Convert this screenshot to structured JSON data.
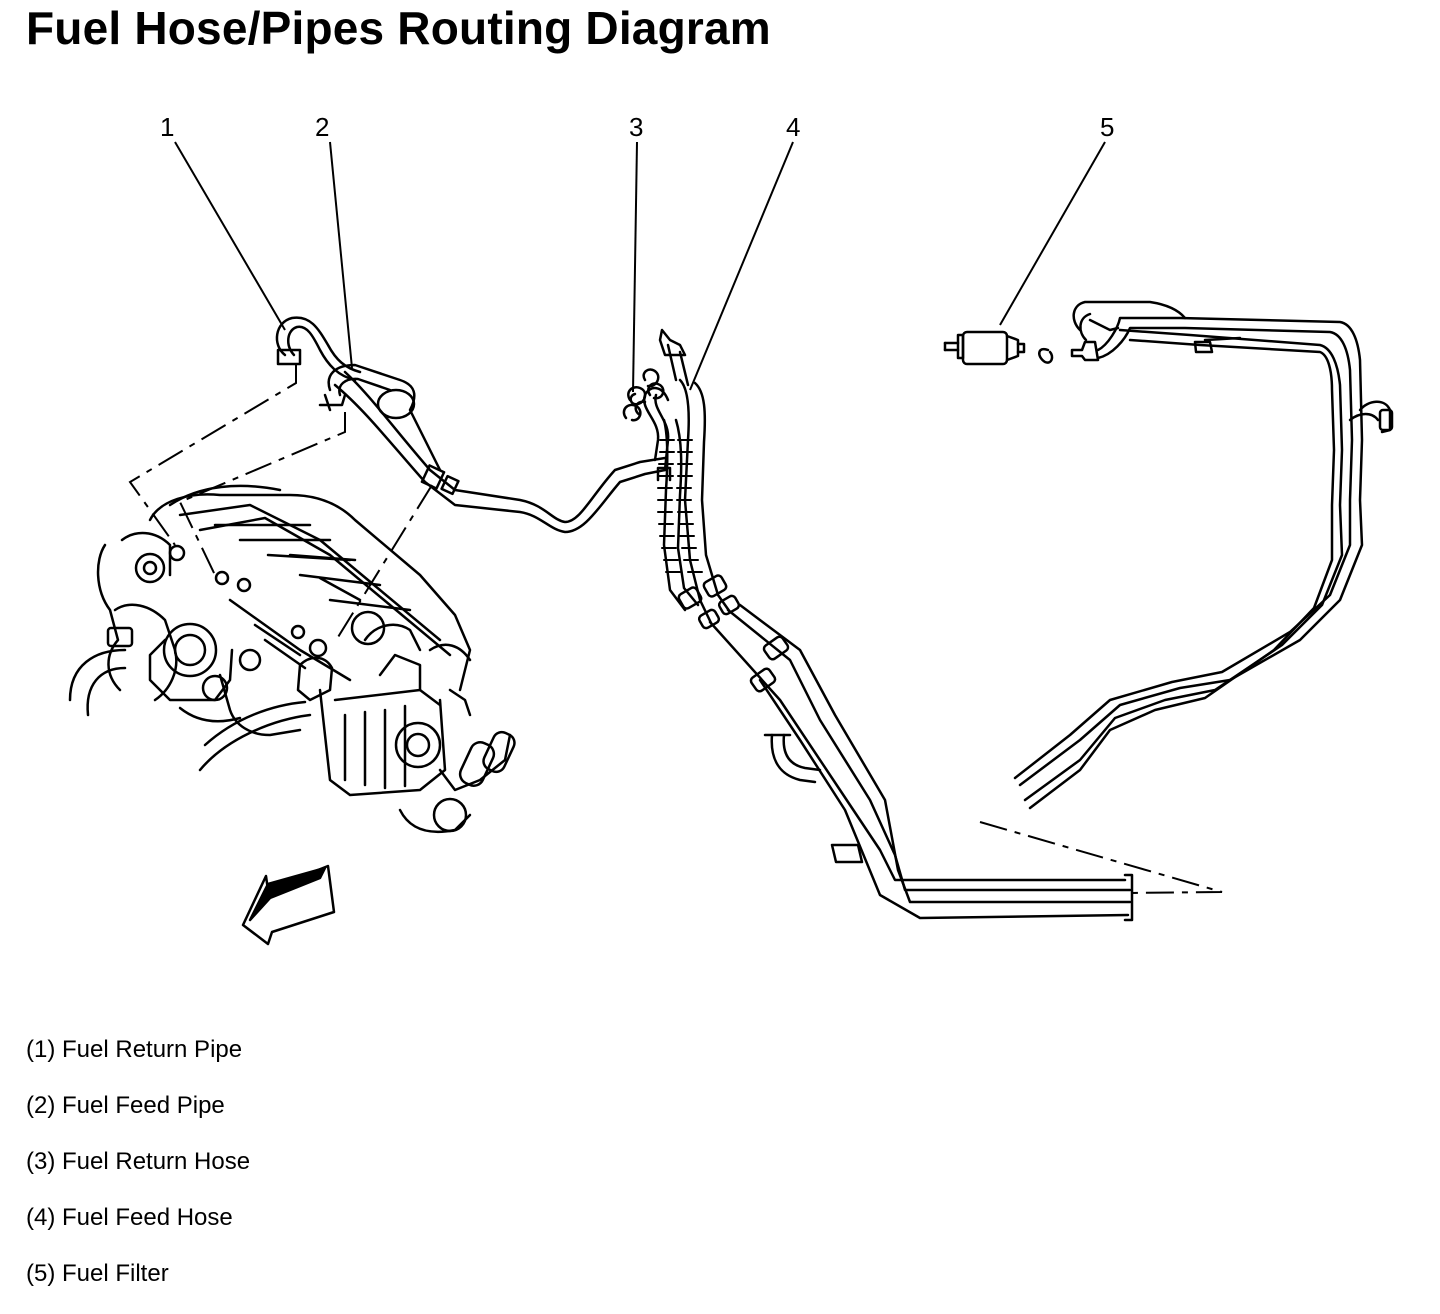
{
  "title": "Fuel Hose/Pipes Routing Diagram",
  "callouts": [
    "1",
    "2",
    "3",
    "4",
    "5"
  ],
  "legend": [
    "(1) Fuel Return Pipe",
    "(2) Fuel Feed Pipe",
    "(3) Fuel Return Hose",
    "(4) Fuel Feed Hose",
    "(5) Fuel Filter"
  ],
  "colors": {
    "ink": "#000000",
    "paper": "#ffffff"
  },
  "icons": [
    "engine-illustration",
    "direction-arrow-icon",
    "fuel-filter-icon"
  ]
}
